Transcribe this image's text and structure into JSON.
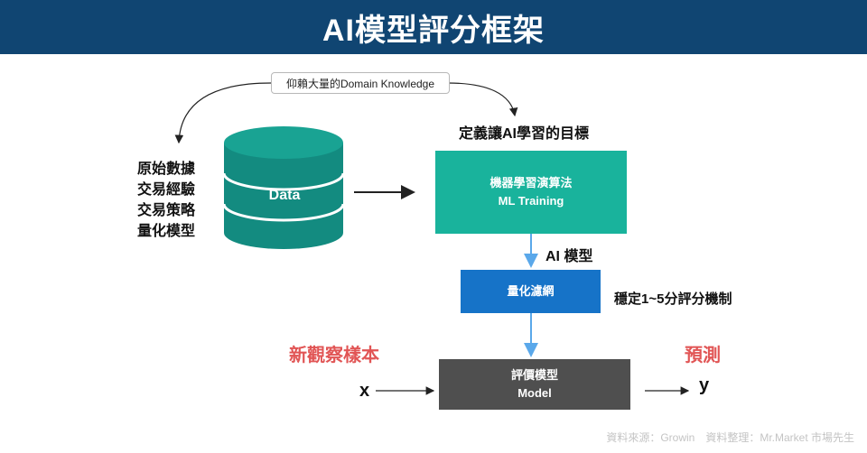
{
  "header": {
    "title": "AI模型評分框架"
  },
  "annotations": {
    "knowledge": "仰賴大量的Domain Knowledge",
    "goal": "定義讓AI學習的目標",
    "ai_model": "AI 模型",
    "stable_mechanism": "穩定1~5分評分機制"
  },
  "data_sources": [
    "原始數據",
    "交易經驗",
    "交易策略",
    "量化模型"
  ],
  "database": {
    "label": "Data"
  },
  "boxes": {
    "ml": {
      "line1": "機器學習演算法",
      "line2": "ML Training"
    },
    "filter": {
      "line1": "量化濾網"
    },
    "model": {
      "line1": "評價模型",
      "line2": "Model"
    }
  },
  "io": {
    "input_title": "新觀察樣本",
    "output_title": "預測",
    "input": "x",
    "output": "y"
  },
  "footer": {
    "source": "資料來源：Growin　資料整理：Mr.Market 市場先生"
  },
  "colors": {
    "header_bg": "#104572",
    "teal": "#19b39c",
    "database": "#138b80",
    "blue": "#1673c8",
    "gray": "#4f4f4f",
    "red": "#e15555",
    "arrow_blue": "#5aa8ea"
  }
}
